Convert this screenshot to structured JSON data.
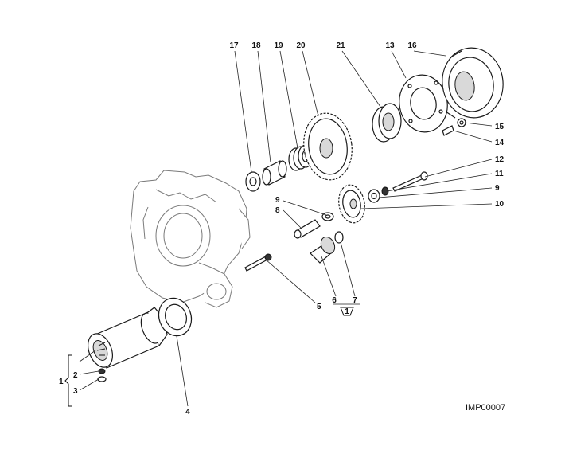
{
  "callouts": {
    "c1": "1",
    "c2": "2",
    "c3": "3",
    "c4": "4",
    "c5": "5",
    "c6": "6",
    "c7": "7",
    "c8": "8",
    "c9a": "9",
    "c9b": "9",
    "c10": "10",
    "c11": "11",
    "c12": "12",
    "c13": "13",
    "c14": "14",
    "c15": "15",
    "c16": "16",
    "c17": "17",
    "c18": "18",
    "c19": "19",
    "c20": "20",
    "c21": "21"
  },
  "kit_symbol": "1",
  "drawing_code": "IMP00007"
}
